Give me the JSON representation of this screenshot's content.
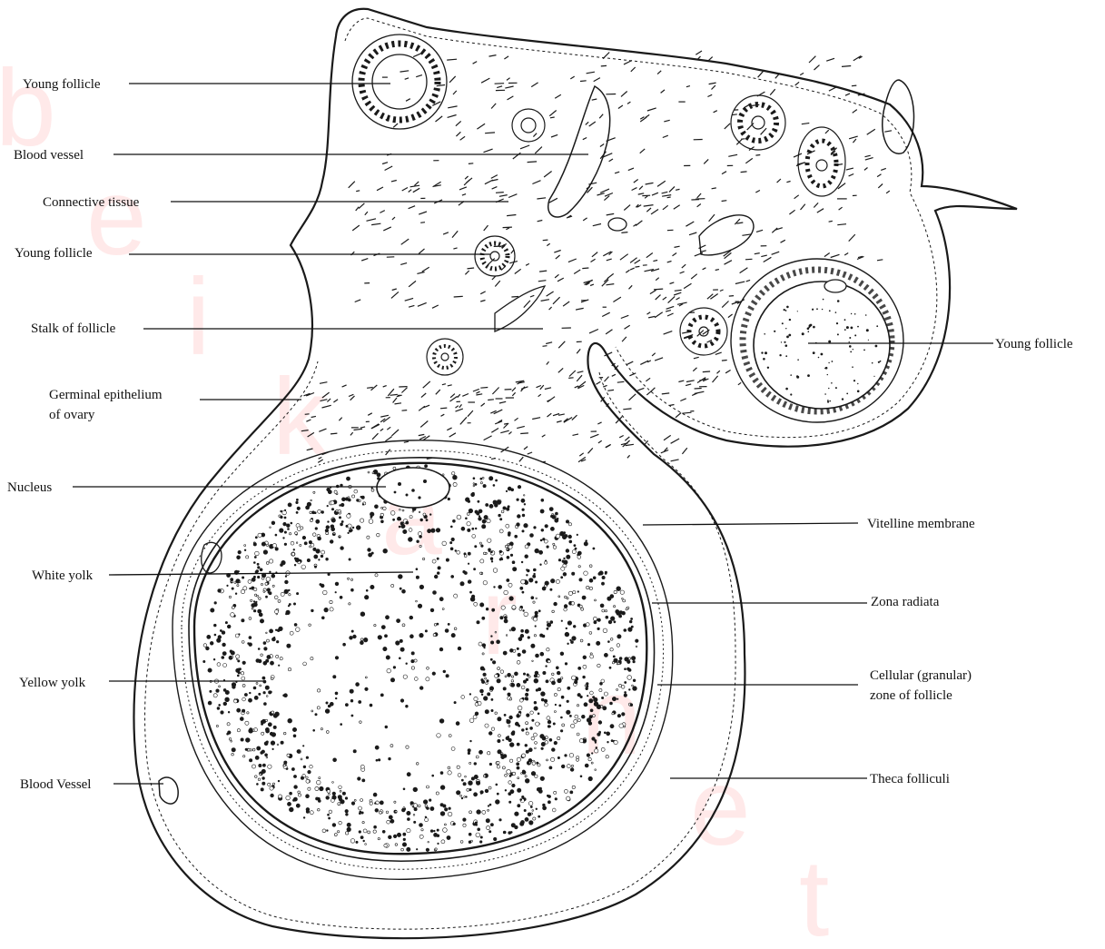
{
  "figure": {
    "labels": {
      "young_follicle_top": "Young follicle",
      "blood_vessel_top": "Blood vessel",
      "connective_tissue": "Connective tissue",
      "young_follicle_mid": "Young follicle",
      "stalk_of_follicle": "Stalk of follicle",
      "germinal_epithelium_l1": "Germinal epithelium",
      "germinal_epithelium_l2": "of ovary",
      "nucleus": "Nucleus",
      "white_yolk": "White yolk",
      "yellow_yolk": "Yellow yolk",
      "blood_vessel_bottom": "Blood Vessel",
      "young_follicle_right": "Young follicle",
      "vitelline_membrane": "Vitelline membrane",
      "zona_radiata": "Zona radiata",
      "cellular_zone_l1": "Cellular (granular)",
      "cellular_zone_l2": "zone of follicle",
      "theca_folliculi": "Theca folliculi"
    },
    "watermark": [
      "b",
      "e",
      "i",
      "k",
      "a",
      "r",
      "n",
      "e",
      "t"
    ],
    "colors": {
      "ink": "#111111",
      "watermark": "#ffd0d0",
      "background": "#ffffff"
    }
  }
}
